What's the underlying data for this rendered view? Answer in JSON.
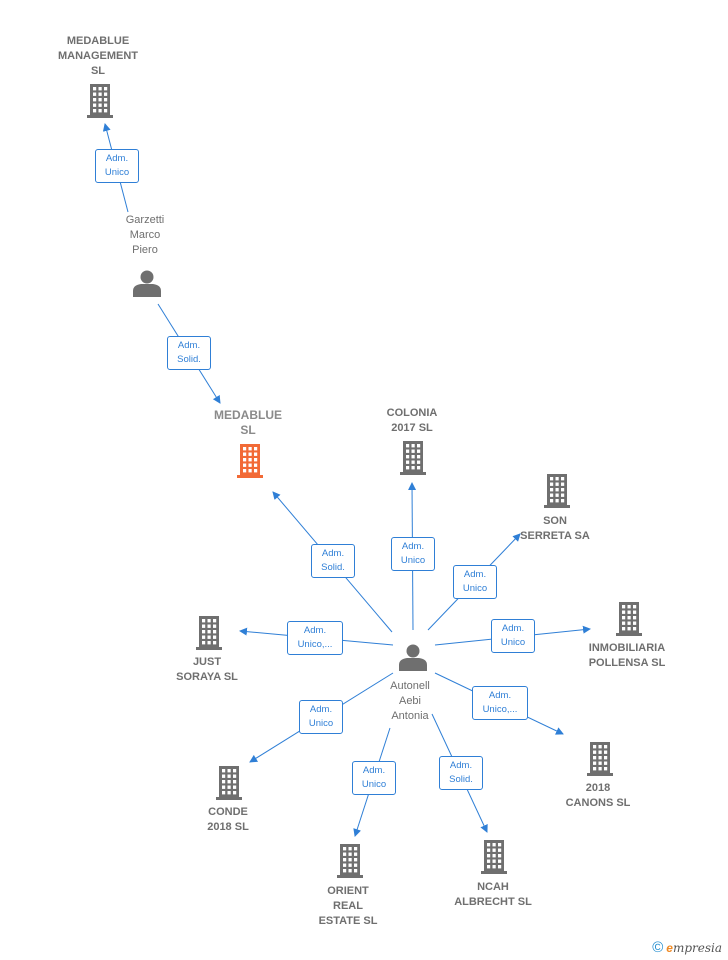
{
  "nodes": [
    {
      "id": "medablue-management",
      "type": "company",
      "label": "MEDABLUE\nMANAGEMENT\nSL"
    },
    {
      "id": "garzetti",
      "type": "person",
      "label": "Garzetti\nMarco\nPiero"
    },
    {
      "id": "medablue",
      "type": "company",
      "focus": true,
      "label": "MEDABLUE\nSL"
    },
    {
      "id": "colonia",
      "type": "company",
      "label": "COLONIA\n2017 SL"
    },
    {
      "id": "son-serreta",
      "type": "company",
      "label": "SON\nSERRETA SA"
    },
    {
      "id": "inmobiliaria",
      "type": "company",
      "label": "INMOBILIARIA\nPOLLENSA SL"
    },
    {
      "id": "just-soraya",
      "type": "company",
      "label": "JUST\nSORAYA SL"
    },
    {
      "id": "autonell",
      "type": "person",
      "label": "Autonell\nAebi\nAntonia"
    },
    {
      "id": "conde",
      "type": "company",
      "label": "CONDE\n2018 SL"
    },
    {
      "id": "canons",
      "type": "company",
      "label": "2018\nCANONS SL"
    },
    {
      "id": "orient",
      "type": "company",
      "label": "ORIENT\nREAL\nESTATE SL"
    },
    {
      "id": "ncah",
      "type": "company",
      "label": "NCAH\nALBRECHT SL"
    }
  ],
  "edges": [
    {
      "from": "garzetti",
      "to": "medablue-management",
      "label": "Adm.\nUnico"
    },
    {
      "from": "garzetti",
      "to": "medablue",
      "label": "Adm.\nSolid."
    },
    {
      "from": "autonell",
      "to": "medablue",
      "label": "Adm.\nSolid."
    },
    {
      "from": "autonell",
      "to": "colonia",
      "label": "Adm.\nUnico"
    },
    {
      "from": "autonell",
      "to": "son-serreta",
      "label": "Adm.\nUnico"
    },
    {
      "from": "autonell",
      "to": "just-soraya",
      "label": "Adm.\nUnico,..."
    },
    {
      "from": "autonell",
      "to": "inmobiliaria",
      "label": "Adm.\nUnico"
    },
    {
      "from": "autonell",
      "to": "canons",
      "label": "Adm.\nUnico,..."
    },
    {
      "from": "autonell",
      "to": "conde",
      "label": "Adm.\nUnico"
    },
    {
      "from": "autonell",
      "to": "orient",
      "label": "Adm.\nUnico"
    },
    {
      "from": "autonell",
      "to": "ncah",
      "label": "Adm.\nSolid."
    }
  ],
  "colors": {
    "edge": "#2f7fd6",
    "node": "#6f6f6f",
    "focus": "#f26a36"
  },
  "footer": {
    "copyright": "©",
    "brand_initial": "e",
    "brand_rest": "mpresia"
  }
}
